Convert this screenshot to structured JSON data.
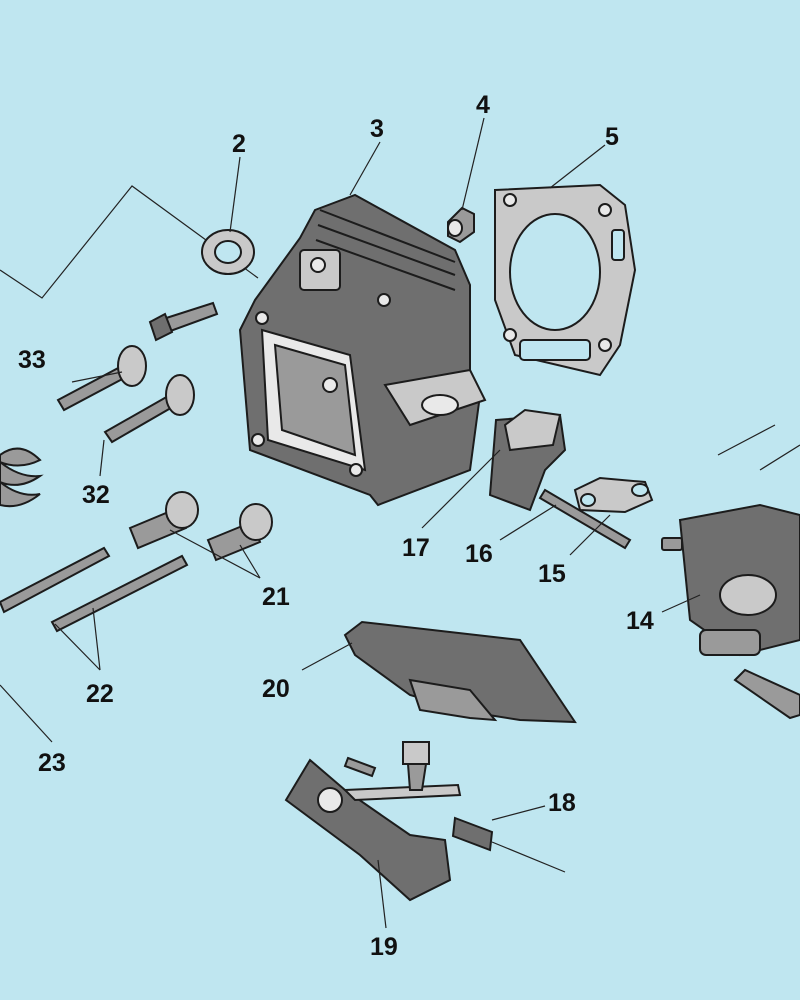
{
  "diagram": {
    "background_color": "#bfe6f0",
    "part_color": "#7a7a7a",
    "callouts": [
      {
        "id": "p2",
        "label": "2"
      },
      {
        "id": "p3",
        "label": "3"
      },
      {
        "id": "p4",
        "label": "4"
      },
      {
        "id": "p5",
        "label": "5"
      },
      {
        "id": "p14",
        "label": "14"
      },
      {
        "id": "p15",
        "label": "15"
      },
      {
        "id": "p16",
        "label": "16"
      },
      {
        "id": "p17",
        "label": "17"
      },
      {
        "id": "p18",
        "label": "18"
      },
      {
        "id": "p19",
        "label": "19"
      },
      {
        "id": "p20",
        "label": "20"
      },
      {
        "id": "p21",
        "label": "21"
      },
      {
        "id": "p22",
        "label": "22"
      },
      {
        "id": "p23",
        "label": "23"
      },
      {
        "id": "p32",
        "label": "32"
      },
      {
        "id": "p33",
        "label": "33"
      }
    ]
  }
}
